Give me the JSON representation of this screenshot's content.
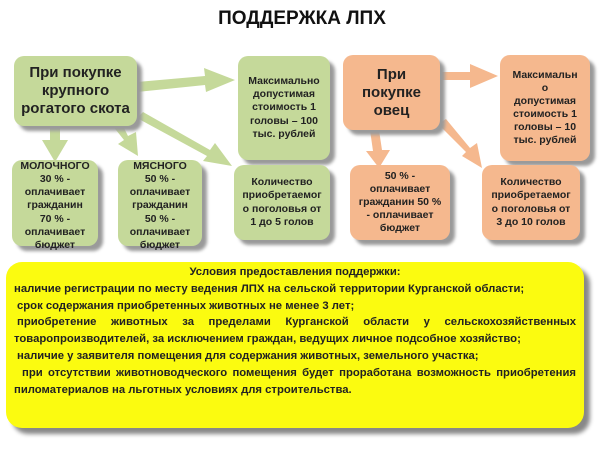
{
  "title": "ПОДДЕРЖКА ЛПХ",
  "cattle": {
    "header": "При покупке крупного рогатого скота",
    "max_cost": "Максимально допустимая стоимость 1 головы – 100 тыс. рублей",
    "dairy": {
      "label": "МОЛОЧНОГО",
      "text": "30 % - оплачивает гражданин 70 % - оплачивает бюджет"
    },
    "meat": {
      "label": "МЯСНОГО",
      "text": "50 % - оплачивает гражданин 50 % - оплачивает бюджет"
    },
    "quantity": "Количество приобретаемог о поголовья от 1 до 5 голов"
  },
  "sheep": {
    "header": "При покупке овец",
    "max_cost": "Максимальн о допустимая стоимость 1 головы – 10 тыс. рублей",
    "split": "50 % - оплачивает гражданин 50 % - оплачивает бюджет",
    "quantity": "Количество приобретаемог о поголовья от 3 до 10 голов"
  },
  "conditions": {
    "heading": "Условия предоставления поддержки:",
    "items": [
      "наличие регистрации по месту ведения ЛПХ на сельской территории Курганской области;",
      "срок содержания приобретенных животных не менее 3 лет;",
      "приобретение животных за пределами Курганской области у сельскохозяйственных товаропроизводителей, за исключением граждан, ведущих личное подсобное хозяйство;",
      "наличие у заявителя помещения для содержания животных, земельного участка;",
      "при отсутствии животноводческого помещения будет проработана возможность приобретения пиломатериалов на льготных условиях для строительства."
    ]
  },
  "colors": {
    "green": "#c5d99a",
    "orange": "#f5b88e",
    "yellow": "#fbfb10"
  }
}
